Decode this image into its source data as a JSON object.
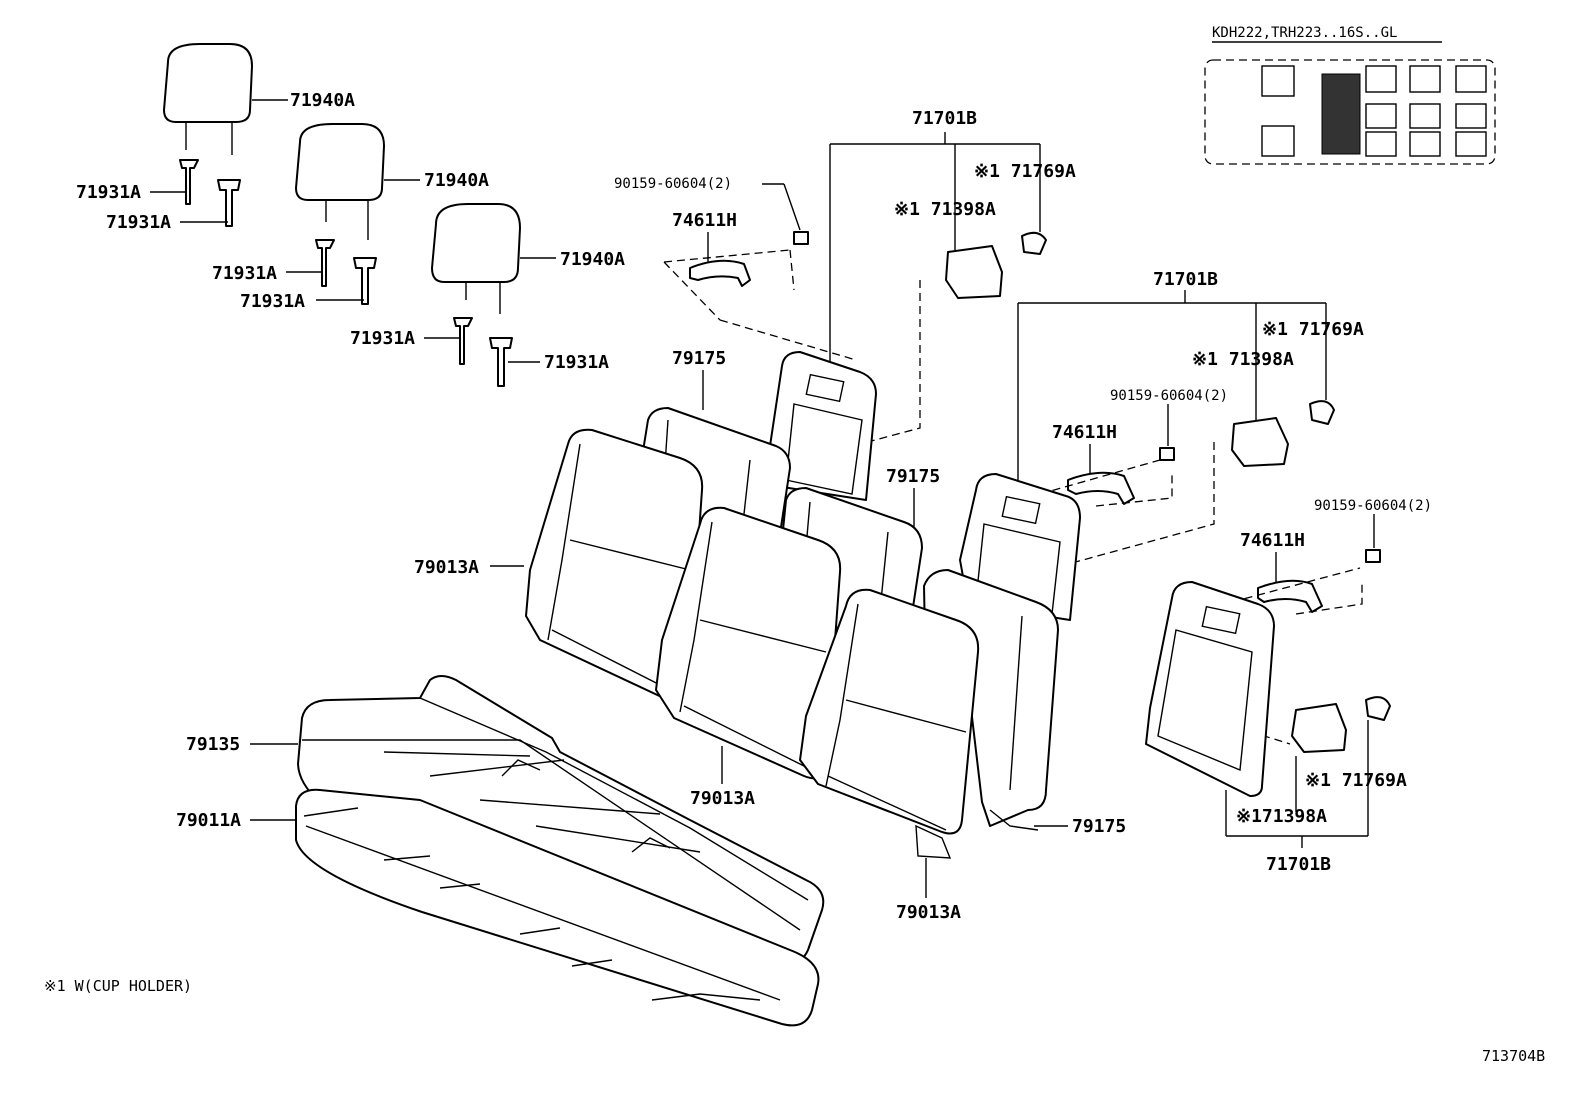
{
  "labels": {
    "headrest_1": "71940A",
    "headrest_2": "71940A",
    "headrest_3": "71940A",
    "guide_1a": "71931A",
    "guide_1b": "71931A",
    "guide_2a": "71931A",
    "guide_2b": "71931A",
    "guide_3a": "71931A",
    "guide_3b": "71931A",
    "bracket_group_1": "71701B",
    "bracket_group_2": "71701B",
    "bracket_group_3": "71701B",
    "screw_1": "90159-60604(2)",
    "screw_2": "90159-60604(2)",
    "screw_3": "90159-60604(2)",
    "grip_1": "74611H",
    "grip_2": "74611H",
    "grip_3": "74611H",
    "holder_1": "※1 71769A",
    "holder_2": "※1 71769A",
    "holder_3": "※1 71769A",
    "hinge_1": "※1 71398A",
    "hinge_2": "※1 71398A",
    "hinge_3": "※171398A",
    "back_board_1": "79175",
    "back_board_2": "79175",
    "back_board_3": "79175",
    "back_cover_1": "79013A",
    "back_cover_2": "79013A",
    "back_cover_3": "79013A",
    "cushion_cover": "79135",
    "cushion": "79011A"
  },
  "applicability": "KDH222,TRH223..16S..GL",
  "footnote": "※1 W(CUP HOLDER)",
  "diagram_id": "713704B"
}
